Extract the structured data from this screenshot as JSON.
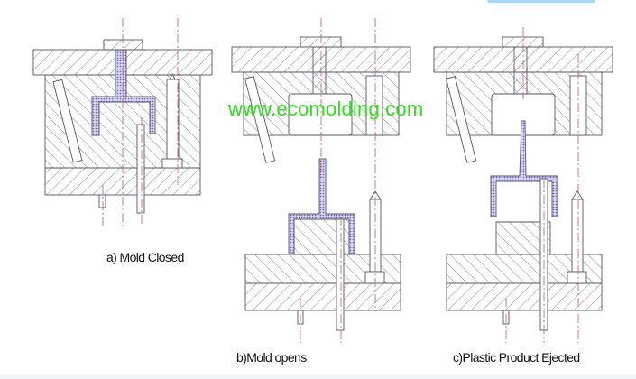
{
  "figure": {
    "watermark": "www.ecomolding.com",
    "colors": {
      "outline": "#555566",
      "hatch": "#6a6a80",
      "plastic_fill": "#7b78c8",
      "centerline": "#c05a5a",
      "watermark": "#33dd22",
      "top_accent": "#a9d6f0"
    },
    "panels": [
      {
        "id": "a",
        "caption": "a) Mold Closed",
        "state": "closed"
      },
      {
        "id": "b",
        "caption": "b)Mold  opens",
        "state": "open"
      },
      {
        "id": "c",
        "caption": "c)Plastic  Product  Ejected",
        "state": "ejected"
      }
    ]
  }
}
